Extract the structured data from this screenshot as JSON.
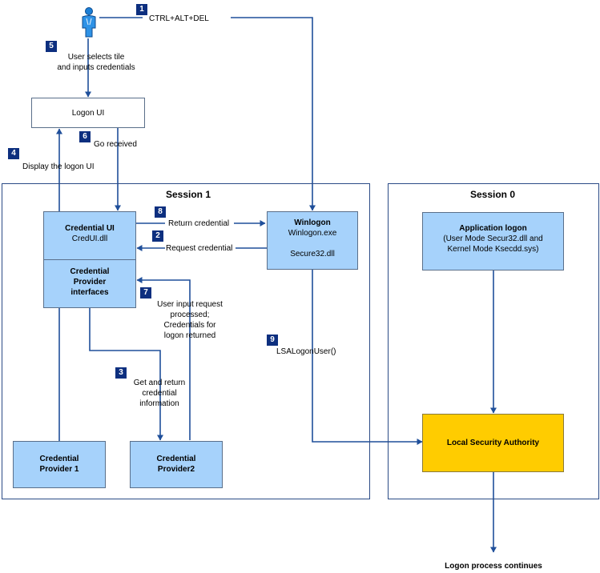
{
  "steps": {
    "s1": "1",
    "s2": "2",
    "s3": "3",
    "s4": "4",
    "s5": "5",
    "s6": "6",
    "s7": "7",
    "s8": "8",
    "s9": "9"
  },
  "labels": {
    "ctrl_alt_del": "CTRL+ALT+DEL",
    "user_selects_line1": "User selects tile",
    "user_selects_line2": "and inputs credentials",
    "display_logon_ui": "Display the logon UI",
    "go_received": "Go received",
    "return_credential": "Return credential",
    "request_credential": "Request credential",
    "user_input_line1": "User input request",
    "user_input_line2": "processed;",
    "user_input_line3": "Credentials for",
    "user_input_line4": "logon returned",
    "get_return_line1": "Get and return",
    "get_return_line2": "credential",
    "get_return_line3": "information",
    "lsa_logon_user": "LSALogonUser()",
    "logon_continues": "Logon process continues"
  },
  "sessions": {
    "session1_title": "Session 1",
    "session0_title": "Session 0"
  },
  "boxes": {
    "logon_ui": "Logon UI",
    "credential_ui_title": "Credential UI",
    "credential_ui_sub": "CredUI.dll",
    "cp_interfaces_line1": "Credential",
    "cp_interfaces_line2": "Provider",
    "cp_interfaces_line3": "interfaces",
    "winlogon_title": "Winlogon",
    "winlogon_sub1": "Winlogon.exe",
    "winlogon_sub2": "Secure32.dll",
    "app_logon_title": "Application logon",
    "app_logon_sub1": "(User Mode Secur32.dll and",
    "app_logon_sub2": "Kernel Mode Ksecdd.sys)",
    "lsa_title": "Local Security Authority",
    "provider1_line1": "Credential",
    "provider1_line2": "Provider 1",
    "provider2_line1": "Credential",
    "provider2_line2": "Provider2"
  },
  "colors": {
    "box_fill": "#a6d2fb",
    "lsa_fill": "#ffcc00",
    "arrow": "#1f4f9a",
    "badge": "#0d2f7f",
    "frame": "#2b4b86"
  },
  "icons": {
    "user": "user-person-icon"
  }
}
